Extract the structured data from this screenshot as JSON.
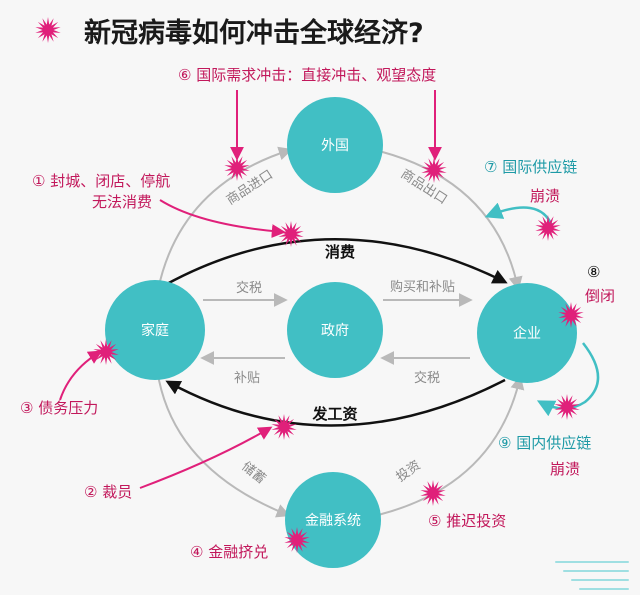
{
  "title": "新冠病毒如何冲击全球经济?",
  "colors": {
    "node": "#41bfc4",
    "accent": "#e0207a",
    "gray_arrow": "#b9b9b9",
    "black_arrow": "#111111",
    "teal_arrow": "#41bfc4",
    "red_text": "#c2185b",
    "teal_text": "#1e9aa6"
  },
  "nodes": {
    "foreign": "外国",
    "household": "家庭",
    "government": "政府",
    "enterprise": "企业",
    "finance": "金融系统"
  },
  "flows": {
    "imports": "商品进口",
    "exports": "商品出口",
    "consumption": "消费",
    "tax_household": "交税",
    "subsidy_household": "补贴",
    "purchase_subsidy": "购买和补贴",
    "tax_enterprise": "交税",
    "wages": "发工资",
    "savings": "储蓄",
    "investment": "投资"
  },
  "shocks": {
    "s1_line1": "① 封城、闭店、停航",
    "s1_line2": "无法消费",
    "s2": "② 裁员",
    "s3": "③ 债务压力",
    "s4": "④ 金融挤兑",
    "s5": "⑤ 推迟投资",
    "s6": "⑥ 国际需求冲击：直接冲击、观望态度",
    "s7_line1": "⑦ 国际供应链",
    "s7_line2": "崩溃",
    "s8_line1": "⑧",
    "s8_line2": "倒闭",
    "s9_line1": "⑨ 国内供应链",
    "s9_line2": "崩溃"
  }
}
